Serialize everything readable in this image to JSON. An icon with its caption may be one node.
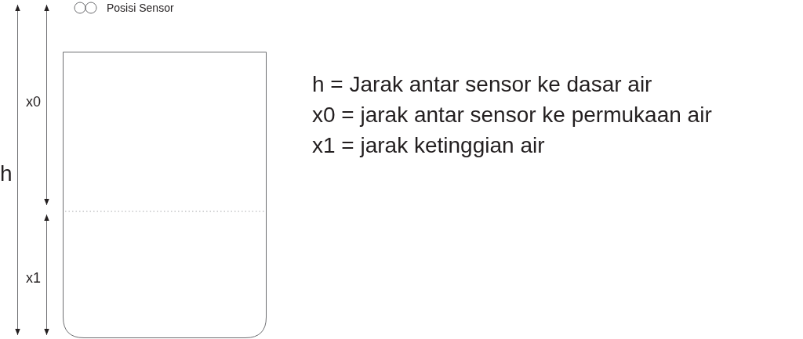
{
  "diagram": {
    "labels": [
      "Posisi Sensor",
      "x0",
      "h",
      "x1",
      "h = Jarak antar sensor ke dasar air",
      "x0 = jarak antar sensor ke permukaan air",
      "x1 = jarak ketinggian air"
    ]
  }
}
